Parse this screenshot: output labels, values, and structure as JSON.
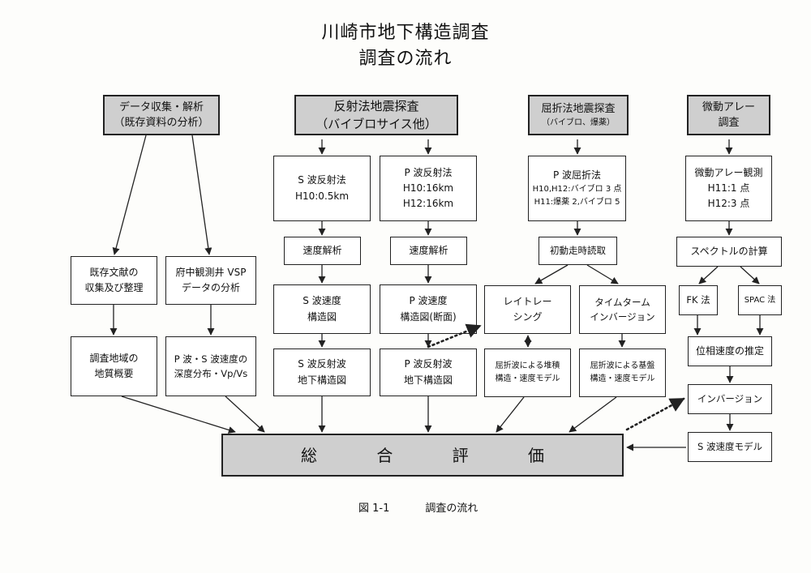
{
  "title": {
    "line1": "川崎市地下構造調査",
    "line2": "調査の流れ"
  },
  "columns": {
    "data_collection": {
      "header": [
        "データ収集・解析",
        "（既存資料の分析）"
      ],
      "literature": [
        "既存文献の",
        "収集及び整理"
      ],
      "vsp": [
        "府中観測井 VSP",
        "データの分析"
      ],
      "geology": [
        "調査地域の",
        "地質概要"
      ],
      "velocity_dist": [
        "P 波・S 波速度の",
        "深度分布・Vp/Vs"
      ]
    },
    "reflection": {
      "header": [
        "反射法地震探査",
        "（バイブロサイス他）"
      ],
      "s_reflection": [
        "S 波反射法",
        "H10:0.5km"
      ],
      "p_reflection": [
        "P 波反射法",
        "H10:16km",
        "H12:16km"
      ],
      "s_velocity_analysis": "速度解析",
      "p_velocity_analysis": "速度解析",
      "s_velocity_map": [
        "S 波速度",
        "構造図"
      ],
      "p_velocity_map": [
        "P 波速度",
        "構造図(断面)"
      ],
      "s_subsurface": [
        "S 波反射波",
        "地下構造図"
      ],
      "p_subsurface": [
        "P 波反射波",
        "地下構造図"
      ]
    },
    "refraction": {
      "header": [
        "屈折法地震探査",
        "（バイブロ、爆薬）"
      ],
      "p_refraction": [
        "P 波屈折法",
        "H10,H12:バイブロ 3 点",
        "H11:爆薬 2,バイブロ 5"
      ],
      "first_arrival": "初動走時読取",
      "ray_tracing": [
        "レイトレー",
        "シング"
      ],
      "time_term": [
        "タイムターム",
        "インバージョン"
      ],
      "sediment_model": [
        "屈折波による堆積",
        "構造・速度モデル"
      ],
      "basement_model": [
        "屈折波による基盤",
        "構造・速度モデル"
      ]
    },
    "microtremor": {
      "header": [
        "微動アレー",
        "調査"
      ],
      "observation": [
        "微動アレー観測",
        "H11:1 点",
        "H12:3 点"
      ],
      "spectrum": "スペクトルの計算",
      "fk": "FK 法",
      "spac": "SPAC 法",
      "phase_velocity": "位相速度の推定",
      "inversion": "インバージョン",
      "s_velocity_model": "S 波速度モデル"
    }
  },
  "final": [
    "総",
    "合",
    "評",
    "価"
  ],
  "caption": {
    "figure": "図 1-1",
    "label": "調査の流れ"
  }
}
